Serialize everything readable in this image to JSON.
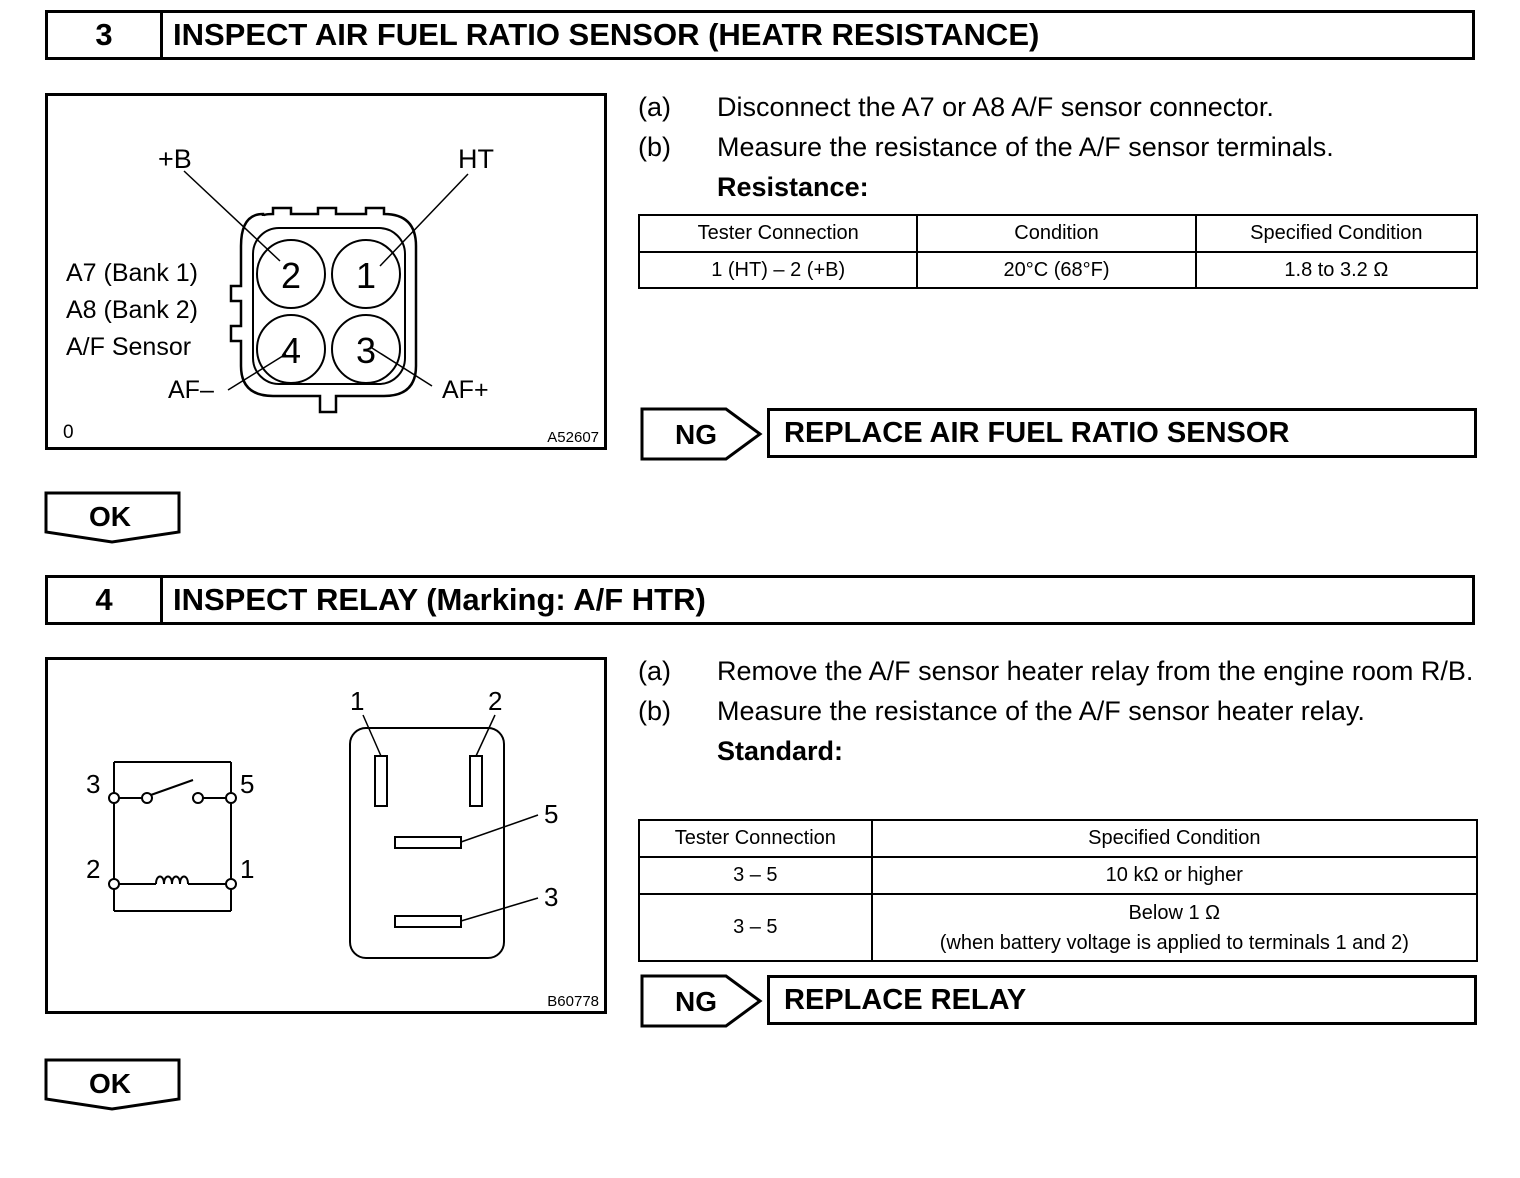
{
  "sections": [
    {
      "number": "3",
      "title": "INSPECT AIR FUEL RATIO SENSOR (HEATR RESISTANCE)",
      "figure": {
        "id": "A52607",
        "corner_mark": "0",
        "sensor_labels": [
          "A7 (Bank 1)",
          "A8 (Bank 2)",
          "A/F Sensor"
        ],
        "terminal_names": {
          "plus_b": "+B",
          "ht": "HT",
          "af_minus": "AF–",
          "af_plus": "AF+"
        },
        "pins": [
          "2",
          "1",
          "4",
          "3"
        ]
      },
      "steps": [
        {
          "label": "(a)",
          "text": "Disconnect the A7 or A8 A/F sensor connector."
        },
        {
          "label": "(b)",
          "text": "Measure the resistance of the A/F sensor terminals."
        }
      ],
      "result_heading": "Resistance:",
      "table": {
        "headers": [
          "Tester Connection",
          "Condition",
          "Specified Condition"
        ],
        "rows": [
          [
            "1 (HT) – 2 (+B)",
            "20°C (68°F)",
            "1.8 to 3.2 Ω"
          ]
        ]
      },
      "ng_label": "NG",
      "ng_action": "REPLACE AIR FUEL RATIO SENSOR",
      "ok_label": "OK"
    },
    {
      "number": "4",
      "title": "INSPECT RELAY (Marking: A/F HTR)",
      "figure": {
        "id": "B60778",
        "schematic_terminals": [
          "3",
          "5",
          "2",
          "1"
        ],
        "relay_terminals": [
          "1",
          "2",
          "5",
          "3"
        ]
      },
      "steps": [
        {
          "label": "(a)",
          "text": "Remove the A/F sensor heater relay from the engine room R/B."
        },
        {
          "label": "(b)",
          "text": "Measure the resistance of the A/F sensor heater relay."
        }
      ],
      "result_heading": "Standard:",
      "table": {
        "headers": [
          "Tester Connection",
          "Specified Condition"
        ],
        "rows": [
          [
            "3 – 5",
            "10 kΩ or higher"
          ],
          [
            "3 – 5",
            "Below 1 Ω",
            "(when battery voltage is applied to terminals 1 and 2)"
          ]
        ]
      },
      "ng_label": "NG",
      "ng_action": "REPLACE RELAY",
      "ok_label": "OK"
    }
  ]
}
